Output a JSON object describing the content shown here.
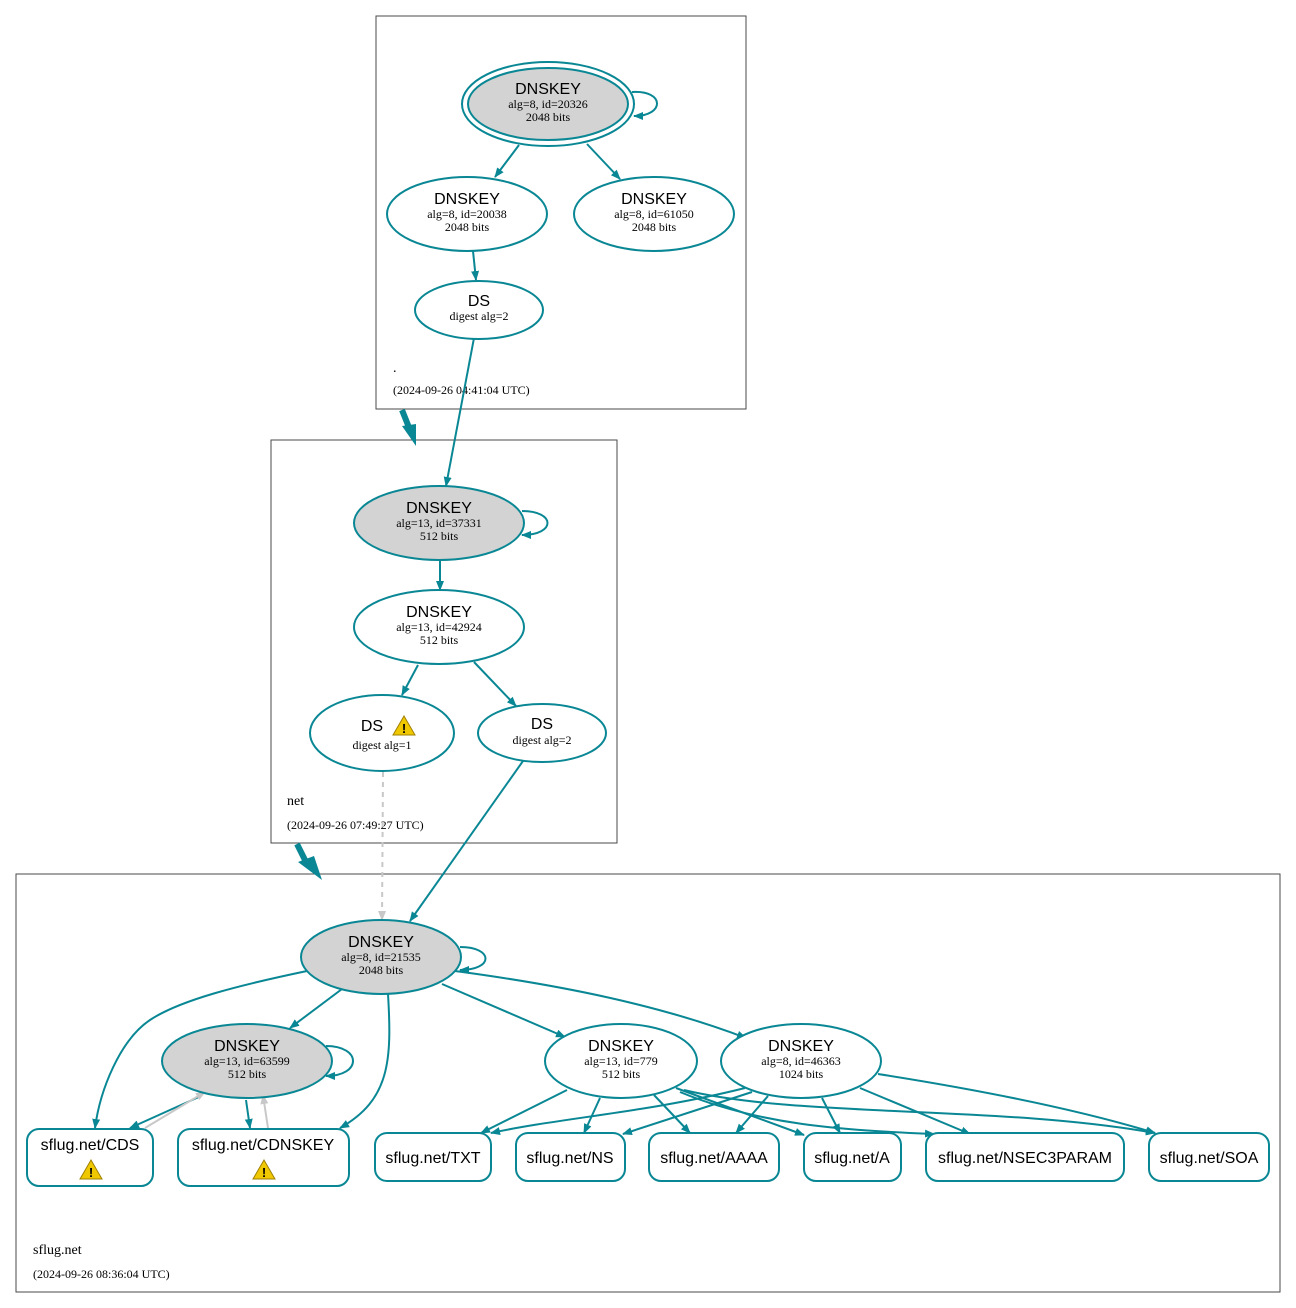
{
  "zones": [
    {
      "name": ".",
      "timestamp": "(2024-09-26 04:41:04 UTC)"
    },
    {
      "name": "net",
      "timestamp": "(2024-09-26 07:49:27 UTC)"
    },
    {
      "name": "sflug.net",
      "timestamp": "(2024-09-26 08:36:04 UTC)"
    }
  ],
  "keys": [
    {
      "type": "DNSKEY",
      "detail": "alg=8, id=20326",
      "size": "2048 bits"
    },
    {
      "type": "DNSKEY",
      "detail": "alg=8, id=20038",
      "size": "2048 bits"
    },
    {
      "type": "DNSKEY",
      "detail": "alg=8, id=61050",
      "size": "2048 bits"
    },
    {
      "type": "DNSKEY",
      "detail": "alg=13, id=37331",
      "size": "512 bits"
    },
    {
      "type": "DNSKEY",
      "detail": "alg=13, id=42924",
      "size": "512 bits"
    },
    {
      "type": "DNSKEY",
      "detail": "alg=8, id=21535",
      "size": "2048 bits"
    },
    {
      "type": "DNSKEY",
      "detail": "alg=13, id=63599",
      "size": "512 bits"
    },
    {
      "type": "DNSKEY",
      "detail": "alg=13, id=779",
      "size": "512 bits"
    },
    {
      "type": "DNSKEY",
      "detail": "alg=8, id=46363",
      "size": "1024 bits"
    }
  ],
  "ds": [
    {
      "type": "DS",
      "detail": "digest alg=2"
    },
    {
      "type": "DS",
      "detail": "digest alg=1"
    },
    {
      "type": "DS",
      "detail": "digest alg=2"
    }
  ],
  "rrsets": [
    "sflug.net/CDS",
    "sflug.net/CDNSKEY",
    "sflug.net/TXT",
    "sflug.net/NS",
    "sflug.net/AAAA",
    "sflug.net/A",
    "sflug.net/NSEC3PARAM",
    "sflug.net/SOA"
  ],
  "colors": {
    "secure": "#0a8794",
    "ksk_fill": "#d3d3d3",
    "insecure": "#c8c8c8",
    "warning": "#f0c800"
  },
  "icons": {
    "warning": "warning-icon"
  }
}
